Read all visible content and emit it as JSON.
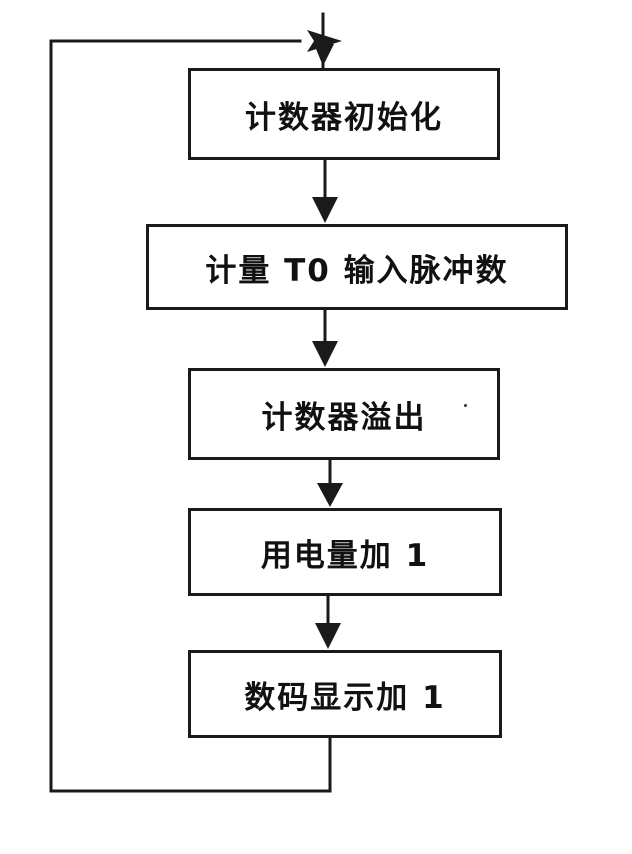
{
  "flowchart": {
    "steps": [
      {
        "label": "计数器初始化"
      },
      {
        "label": "计量 T0 输入脉冲数"
      },
      {
        "label": "计数器溢出"
      },
      {
        "label": "用电量加 1"
      },
      {
        "label": "数码显示加 1"
      }
    ],
    "colors": {
      "line": "#1a1a1a",
      "text": "#111111",
      "background": "#ffffff"
    }
  }
}
